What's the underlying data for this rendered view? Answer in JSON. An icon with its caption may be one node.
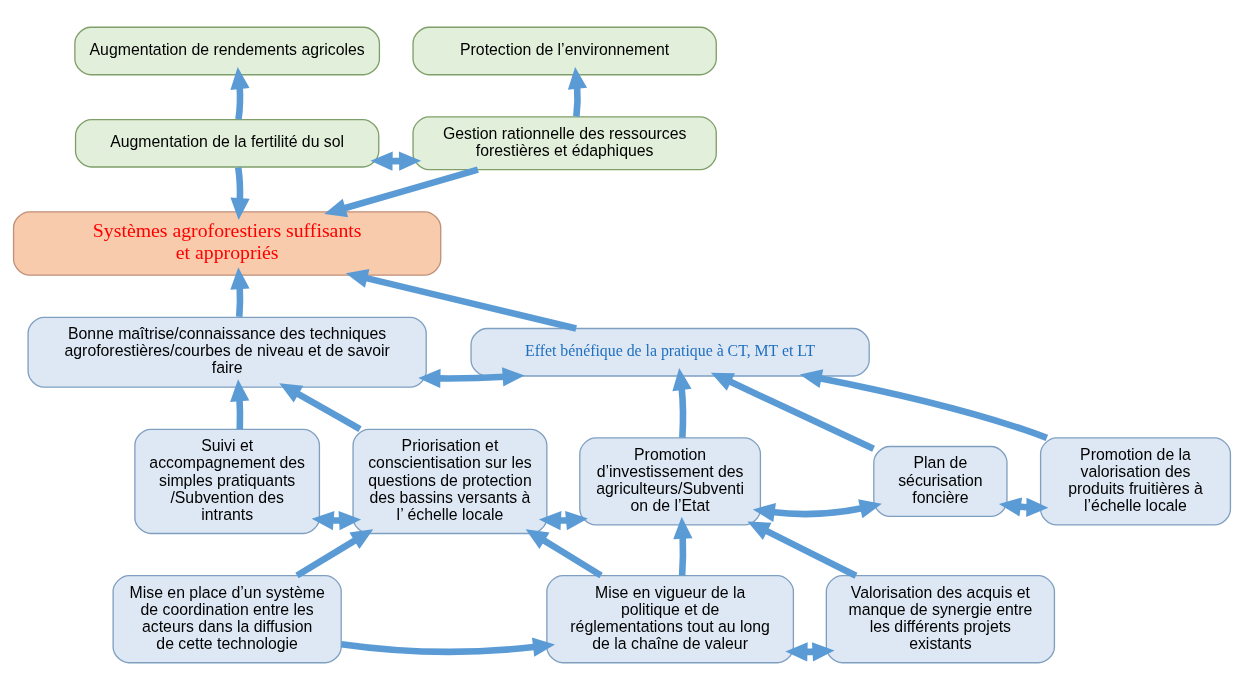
{
  "diagram": {
    "nodes": [
      {
        "text": [
          "Augmentation de rendements agricoles"
        ]
      },
      {
        "text": [
          "Protection de l’environnement"
        ]
      },
      {
        "text": [
          "Augmentation de la fertilité du sol"
        ]
      },
      {
        "text": [
          "Gestion rationnelle des ressources forestières et édaphiques"
        ]
      },
      {
        "text": [
          "Systèmes agroforestiers suffisants et appropriés"
        ]
      },
      {
        "text": [
          "Bonne maîtrise/connaissance des techniques agroforestières/courbes de niveau et de savoir faire"
        ]
      },
      {
        "text": [
          "Effet bénéfique de la pratique à CT, MT et LT"
        ]
      },
      {
        "text": [
          "Suivi et accompagnement des simples pratiquants /Subvention des intrants"
        ]
      },
      {
        "text": [
          "Priorisation et conscientisation sur les questions de protection des bassins versants à l’ échelle locale"
        ]
      },
      {
        "text": [
          "Promotion d’investissement des agriculteurs/Subventi on de l’Etat"
        ]
      },
      {
        "text": [
          "Plan de sécurisation foncière"
        ]
      },
      {
        "text": [
          "Promotion de la valorisation des produits fruitières à l’échelle locale"
        ]
      },
      {
        "text": [
          "Mise en place d’un système de coordination entre les acteurs dans la diffusion de cette technologie"
        ]
      },
      {
        "text": [
          "Mise en vigueur de la  politique et de réglementations tout au long de la chaîne de valeur"
        ]
      },
      {
        "text": [
          "Valorisation des acquis et manque de synergie entre les différents projets existants"
        ]
      }
    ],
    "edges": [
      {
        "from": 2,
        "to": 0,
        "arrow": "to"
      },
      {
        "from": 3,
        "to": 1,
        "arrow": "to"
      },
      {
        "from": 2,
        "to": 3,
        "arrow": "both"
      },
      {
        "from": 2,
        "to": 4,
        "arrow": "to"
      },
      {
        "from": 3,
        "to": 4,
        "arrow": "to"
      },
      {
        "from": 5,
        "to": 6,
        "arrow": "both"
      },
      {
        "from": 5,
        "to": 4,
        "arrow": "to"
      },
      {
        "from": 6,
        "to": 4,
        "arrow": "to"
      },
      {
        "from": 7,
        "to": 8,
        "arrow": "both"
      },
      {
        "from": 7,
        "to": 5,
        "arrow": "to"
      },
      {
        "from": 8,
        "to": 5,
        "arrow": "to"
      },
      {
        "from": 8,
        "to": 9,
        "arrow": "both"
      },
      {
        "from": 9,
        "to": 10,
        "arrow": "both"
      },
      {
        "from": 9,
        "to": 6,
        "arrow": "to"
      },
      {
        "from": 10,
        "to": 6,
        "arrow": "to"
      },
      {
        "from": 10,
        "to": 11,
        "arrow": "both"
      },
      {
        "from": 11,
        "to": 6,
        "arrow": "to"
      },
      {
        "from": 12,
        "to": 13,
        "arrow": "to"
      },
      {
        "from": 12,
        "to": 8,
        "arrow": "to"
      },
      {
        "from": 13,
        "to": 8,
        "arrow": "to"
      },
      {
        "from": 13,
        "to": 14,
        "arrow": "both"
      },
      {
        "from": 13,
        "to": 9,
        "arrow": "to"
      },
      {
        "from": 14,
        "to": 9,
        "arrow": "to"
      }
    ]
  }
}
